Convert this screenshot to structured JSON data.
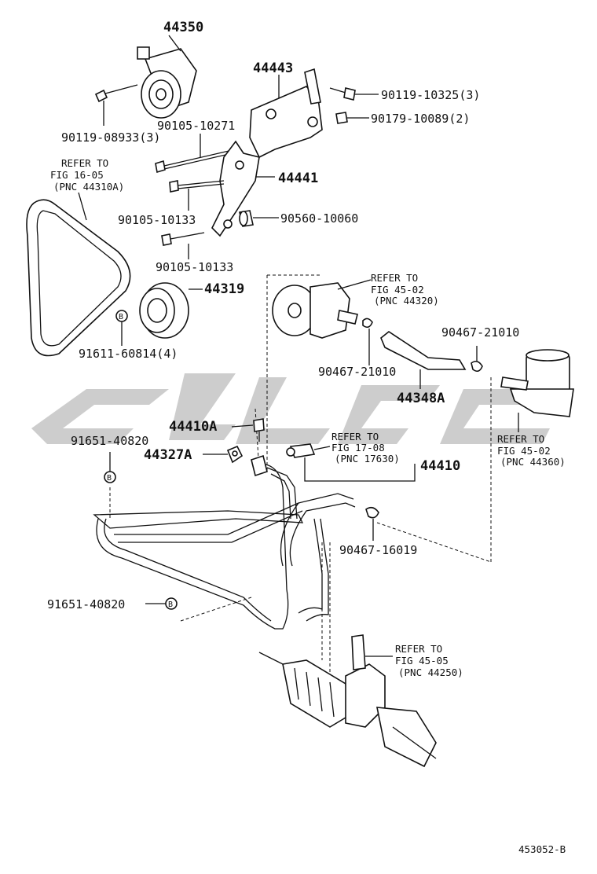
{
  "labels": {
    "p44350": "44350",
    "p44443": "44443",
    "p90119_10325": "90119-10325(3)",
    "p90179_10089": "90179-10089(2)",
    "p90105_10271": "90105-10271",
    "p90119_08933": "90119-08933(3)",
    "p44441": "44441",
    "p90105_10133a": "90105-10133",
    "p90560_10060": "90560-10060",
    "p90105_10133b": "90105-10133",
    "p44319": "44319",
    "p91611_60814": "91611-60814(4)",
    "p90467_21010a": "90467-21010",
    "p90467_21010b": "90467-21010",
    "p44348A": "44348A",
    "p44410A": "44410A",
    "p91651_40820a": "91651-40820",
    "p44327A": "44327A",
    "p44410": "44410",
    "p90467_16019": "90467-16019",
    "p91651_40820b": "91651-40820"
  },
  "refs": {
    "belt": {
      "l1": "REFER TO",
      "l2": "FIG 16-05",
      "l3": "(PNC 44310A)"
    },
    "pump": {
      "l1": "REFER TO",
      "l2": "FIG 45-02",
      "l3": "(PNC 44320)"
    },
    "sensor": {
      "l1": "REFER TO",
      "l2": "FIG 17-08",
      "l3": "(PNC 17630)"
    },
    "tank": {
      "l1": "REFER TO",
      "l2": "FIG 45-02",
      "l3": "(PNC 44360)"
    },
    "gear": {
      "l1": "REFER TO",
      "l2": "FIG 45-05",
      "l3": "(PNC 44250)"
    }
  },
  "markers": {
    "clamp_mark": "B"
  },
  "diagram_id": "453052-B"
}
